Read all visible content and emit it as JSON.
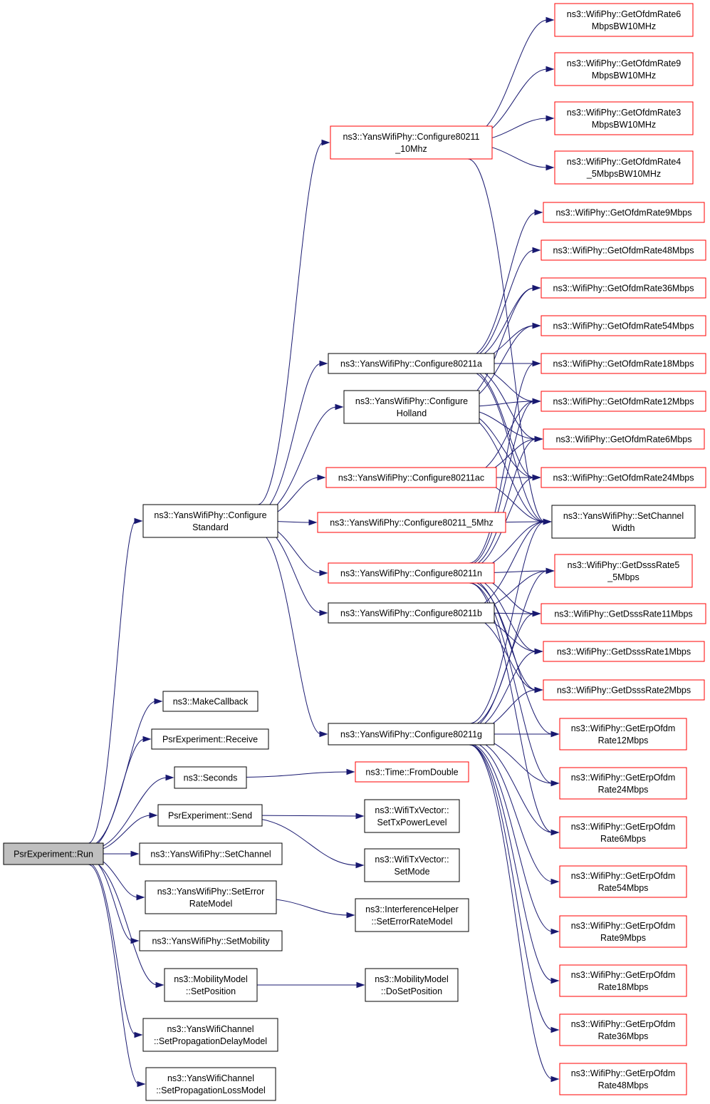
{
  "diagram": {
    "type": "call-graph",
    "nodes": [
      {
        "id": "root",
        "lines": [
          "PsrExperiment::Run"
        ],
        "border": "root"
      },
      {
        "id": "cfgstd",
        "lines": [
          "ns3::YansWifiPhy::Configure",
          "Standard"
        ],
        "border": "black"
      },
      {
        "id": "mkcb",
        "lines": [
          "ns3::MakeCallback"
        ],
        "border": "black"
      },
      {
        "id": "recv",
        "lines": [
          "PsrExperiment::Receive"
        ],
        "border": "black"
      },
      {
        "id": "secs",
        "lines": [
          "ns3::Seconds"
        ],
        "border": "black"
      },
      {
        "id": "send",
        "lines": [
          "PsrExperiment::Send"
        ],
        "border": "black"
      },
      {
        "id": "setch",
        "lines": [
          "ns3::YansWifiPhy::SetChannel"
        ],
        "border": "black"
      },
      {
        "id": "seterr",
        "lines": [
          "ns3::YansWifiPhy::SetError",
          "RateModel"
        ],
        "border": "black"
      },
      {
        "id": "setmob",
        "lines": [
          "ns3::YansWifiPhy::SetMobility"
        ],
        "border": "black"
      },
      {
        "id": "mmsetpos",
        "lines": [
          "ns3::MobilityModel",
          "::SetPosition"
        ],
        "border": "black"
      },
      {
        "id": "pdm",
        "lines": [
          "ns3::YansWifiChannel",
          "::SetPropagationDelayModel"
        ],
        "border": "black"
      },
      {
        "id": "plm",
        "lines": [
          "ns3::YansWifiChannel",
          "::SetPropagationLossModel"
        ],
        "border": "black"
      },
      {
        "id": "c10",
        "lines": [
          "ns3::YansWifiPhy::Configure80211",
          "_10Mhz"
        ],
        "border": "red"
      },
      {
        "id": "ca",
        "lines": [
          "ns3::YansWifiPhy::Configure80211a"
        ],
        "border": "black"
      },
      {
        "id": "chol",
        "lines": [
          "ns3::YansWifiPhy::Configure",
          "Holland"
        ],
        "border": "black"
      },
      {
        "id": "cac",
        "lines": [
          "ns3::YansWifiPhy::Configure80211ac"
        ],
        "border": "red"
      },
      {
        "id": "c5",
        "lines": [
          "ns3::YansWifiPhy::Configure80211_5Mhz"
        ],
        "border": "red"
      },
      {
        "id": "cn",
        "lines": [
          "ns3::YansWifiPhy::Configure80211n"
        ],
        "border": "red"
      },
      {
        "id": "cb",
        "lines": [
          "ns3::YansWifiPhy::Configure80211b"
        ],
        "border": "black"
      },
      {
        "id": "cg",
        "lines": [
          "ns3::YansWifiPhy::Configure80211g"
        ],
        "border": "black"
      },
      {
        "id": "fromdbl",
        "lines": [
          "ns3::Time::FromDouble"
        ],
        "border": "red"
      },
      {
        "id": "txpow",
        "lines": [
          "ns3::WifiTxVector::",
          "SetTxPowerLevel"
        ],
        "border": "black"
      },
      {
        "id": "txmode",
        "lines": [
          "ns3::WifiTxVector::",
          "SetMode"
        ],
        "border": "black"
      },
      {
        "id": "iherr",
        "lines": [
          "ns3::InterferenceHelper",
          "::SetErrorRateModel"
        ],
        "border": "black"
      },
      {
        "id": "mmdoset",
        "lines": [
          "ns3::MobilityModel",
          "::DoSetPosition"
        ],
        "border": "black"
      },
      {
        "id": "r6bw",
        "lines": [
          "ns3::WifiPhy::GetOfdmRate6",
          "MbpsBW10MHz"
        ],
        "border": "red"
      },
      {
        "id": "r9bw",
        "lines": [
          "ns3::WifiPhy::GetOfdmRate9",
          "MbpsBW10MHz"
        ],
        "border": "red"
      },
      {
        "id": "r3bw",
        "lines": [
          "ns3::WifiPhy::GetOfdmRate3",
          "MbpsBW10MHz"
        ],
        "border": "red"
      },
      {
        "id": "r45bw",
        "lines": [
          "ns3::WifiPhy::GetOfdmRate4",
          "_5MbpsBW10MHz"
        ],
        "border": "red"
      },
      {
        "id": "o9",
        "lines": [
          "ns3::WifiPhy::GetOfdmRate9Mbps"
        ],
        "border": "red"
      },
      {
        "id": "o48",
        "lines": [
          "ns3::WifiPhy::GetOfdmRate48Mbps"
        ],
        "border": "red"
      },
      {
        "id": "o36",
        "lines": [
          "ns3::WifiPhy::GetOfdmRate36Mbps"
        ],
        "border": "red"
      },
      {
        "id": "o54",
        "lines": [
          "ns3::WifiPhy::GetOfdmRate54Mbps"
        ],
        "border": "red"
      },
      {
        "id": "o18",
        "lines": [
          "ns3::WifiPhy::GetOfdmRate18Mbps"
        ],
        "border": "red"
      },
      {
        "id": "o12",
        "lines": [
          "ns3::WifiPhy::GetOfdmRate12Mbps"
        ],
        "border": "red"
      },
      {
        "id": "o6",
        "lines": [
          "ns3::WifiPhy::GetOfdmRate6Mbps"
        ],
        "border": "red"
      },
      {
        "id": "o24",
        "lines": [
          "ns3::WifiPhy::GetOfdmRate24Mbps"
        ],
        "border": "red"
      },
      {
        "id": "scw",
        "lines": [
          "ns3::YansWifiPhy::SetChannel",
          "Width"
        ],
        "border": "black"
      },
      {
        "id": "d55",
        "lines": [
          "ns3::WifiPhy::GetDsssRate5",
          "_5Mbps"
        ],
        "border": "red"
      },
      {
        "id": "d11",
        "lines": [
          "ns3::WifiPhy::GetDsssRate11Mbps"
        ],
        "border": "red"
      },
      {
        "id": "d1",
        "lines": [
          "ns3::WifiPhy::GetDsssRate1Mbps"
        ],
        "border": "red"
      },
      {
        "id": "d2",
        "lines": [
          "ns3::WifiPhy::GetDsssRate2Mbps"
        ],
        "border": "red"
      },
      {
        "id": "e12",
        "lines": [
          "ns3::WifiPhy::GetErpOfdm",
          "Rate12Mbps"
        ],
        "border": "red"
      },
      {
        "id": "e24",
        "lines": [
          "ns3::WifiPhy::GetErpOfdm",
          "Rate24Mbps"
        ],
        "border": "red"
      },
      {
        "id": "e6",
        "lines": [
          "ns3::WifiPhy::GetErpOfdm",
          "Rate6Mbps"
        ],
        "border": "red"
      },
      {
        "id": "e54",
        "lines": [
          "ns3::WifiPhy::GetErpOfdm",
          "Rate54Mbps"
        ],
        "border": "red"
      },
      {
        "id": "e9",
        "lines": [
          "ns3::WifiPhy::GetErpOfdm",
          "Rate9Mbps"
        ],
        "border": "red"
      },
      {
        "id": "e18",
        "lines": [
          "ns3::WifiPhy::GetErpOfdm",
          "Rate18Mbps"
        ],
        "border": "red"
      },
      {
        "id": "e36",
        "lines": [
          "ns3::WifiPhy::GetErpOfdm",
          "Rate36Mbps"
        ],
        "border": "red"
      },
      {
        "id": "e48",
        "lines": [
          "ns3::WifiPhy::GetErpOfdm",
          "Rate48Mbps"
        ],
        "border": "red"
      }
    ],
    "edges": [
      [
        "root",
        "cfgstd"
      ],
      [
        "root",
        "mkcb"
      ],
      [
        "root",
        "recv"
      ],
      [
        "root",
        "secs"
      ],
      [
        "root",
        "send"
      ],
      [
        "root",
        "setch"
      ],
      [
        "root",
        "seterr"
      ],
      [
        "root",
        "setmob"
      ],
      [
        "root",
        "mmsetpos"
      ],
      [
        "root",
        "pdm"
      ],
      [
        "root",
        "plm"
      ],
      [
        "cfgstd",
        "c10"
      ],
      [
        "cfgstd",
        "ca"
      ],
      [
        "cfgstd",
        "chol"
      ],
      [
        "cfgstd",
        "cac"
      ],
      [
        "cfgstd",
        "c5"
      ],
      [
        "cfgstd",
        "cn"
      ],
      [
        "cfgstd",
        "cb"
      ],
      [
        "cfgstd",
        "cg"
      ],
      [
        "secs",
        "fromdbl"
      ],
      [
        "send",
        "txpow"
      ],
      [
        "send",
        "txmode"
      ],
      [
        "seterr",
        "iherr"
      ],
      [
        "mmsetpos",
        "mmdoset"
      ],
      [
        "c10",
        "r6bw"
      ],
      [
        "c10",
        "r9bw"
      ],
      [
        "c10",
        "r3bw"
      ],
      [
        "c10",
        "r45bw"
      ],
      [
        "c10",
        "scw"
      ],
      [
        "ca",
        "o9"
      ],
      [
        "ca",
        "o48"
      ],
      [
        "ca",
        "o36"
      ],
      [
        "ca",
        "o54"
      ],
      [
        "ca",
        "o18"
      ],
      [
        "ca",
        "o12"
      ],
      [
        "ca",
        "o6"
      ],
      [
        "ca",
        "o24"
      ],
      [
        "ca",
        "scw"
      ],
      [
        "chol",
        "o36"
      ],
      [
        "chol",
        "o54"
      ],
      [
        "chol",
        "o12"
      ],
      [
        "chol",
        "o6"
      ],
      [
        "chol",
        "o24"
      ],
      [
        "chol",
        "scw"
      ],
      [
        "cac",
        "o12"
      ],
      [
        "cac",
        "o6"
      ],
      [
        "cac",
        "o24"
      ],
      [
        "cac",
        "scw"
      ],
      [
        "c5",
        "scw"
      ],
      [
        "cn",
        "o18"
      ],
      [
        "cn",
        "o12"
      ],
      [
        "cn",
        "o6"
      ],
      [
        "cn",
        "o24"
      ],
      [
        "cn",
        "scw"
      ],
      [
        "cn",
        "d55"
      ],
      [
        "cn",
        "d11"
      ],
      [
        "cn",
        "d1"
      ],
      [
        "cn",
        "d2"
      ],
      [
        "cn",
        "e12"
      ],
      [
        "cn",
        "e24"
      ],
      [
        "cn",
        "e6"
      ],
      [
        "cb",
        "d55"
      ],
      [
        "cb",
        "d11"
      ],
      [
        "cb",
        "d1"
      ],
      [
        "cb",
        "d2"
      ],
      [
        "cb",
        "scw"
      ],
      [
        "cg",
        "scw"
      ],
      [
        "cg",
        "d55"
      ],
      [
        "cg",
        "d11"
      ],
      [
        "cg",
        "d1"
      ],
      [
        "cg",
        "d2"
      ],
      [
        "cg",
        "e12"
      ],
      [
        "cg",
        "e24"
      ],
      [
        "cg",
        "e6"
      ],
      [
        "cg",
        "e54"
      ],
      [
        "cg",
        "e9"
      ],
      [
        "cg",
        "e18"
      ],
      [
        "cg",
        "e36"
      ],
      [
        "cg",
        "e48"
      ]
    ],
    "colors": {
      "edge": "#191970",
      "red_border": "#ff0000",
      "black_border": "#000000",
      "root_fill": "#bfbfbf"
    }
  }
}
